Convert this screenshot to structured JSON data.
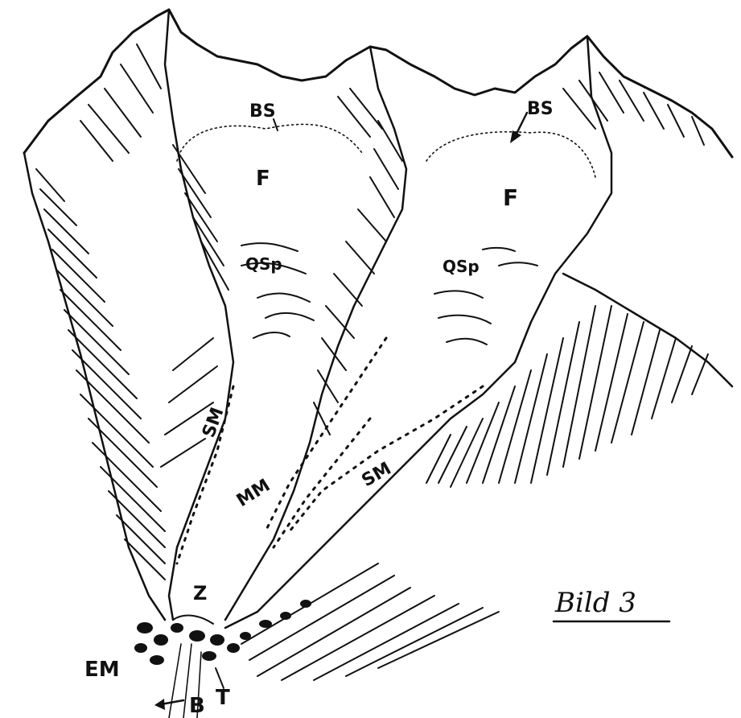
{
  "figure": {
    "caption": "Bild 3",
    "labels": {
      "bs_left": "BS",
      "bs_right": "BS",
      "f_left": "F",
      "f_right": "F",
      "qsp_left": "QSp",
      "qsp_right": "QSp",
      "sm_left": "SM",
      "sm_right": "SM",
      "mm": "MM",
      "z": "Z",
      "em": "EM",
      "b": "B",
      "t": "T"
    }
  }
}
